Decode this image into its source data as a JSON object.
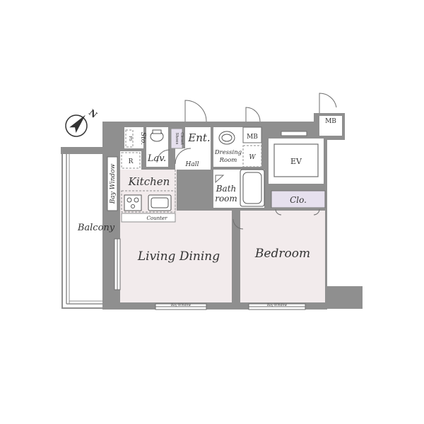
{
  "plan": {
    "colors": {
      "wall": "#8f8f8f",
      "wall_dark": "#6e6e6e",
      "room_fill": "#f2ebec",
      "floor_white": "#ffffff",
      "closet_fill": "#e6e0ee",
      "text": "#333333"
    },
    "compass": {
      "icon": "north-arrow-icon",
      "label": "N"
    },
    "rooms": {
      "living_dining": "Living Dining",
      "bedroom": "Bedroom",
      "kitchen": "Kitchen",
      "balcony": "Balcony",
      "bath_line1": "Bath",
      "bath_line2": "room",
      "lavatory": "Lav.",
      "entrance": "Ent.",
      "hall": "Hall",
      "dressing_line1": "Dressing",
      "dressing_line2": "Room",
      "elevator": "EV",
      "closet": "Clo.",
      "meter_box_1": "MB",
      "meter_box_2": "MB",
      "storage": "Sto.",
      "shoes_closet_line1": "Shoes",
      "shoes_closet_line2": "Closet",
      "washer": "W",
      "refrigerator": "R",
      "counter": "Counter",
      "bay_window_vertical": "Bay Window",
      "bay_window_bottom_left": "Bay Window",
      "bay_window_bottom_right": "Bay Window",
      "ps": "PS"
    }
  }
}
